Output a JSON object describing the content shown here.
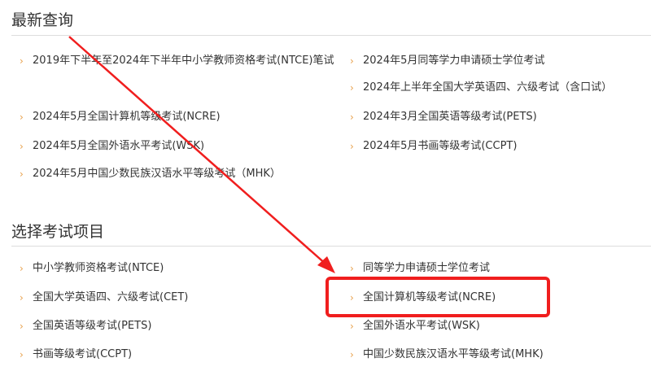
{
  "latest": {
    "title": "最新查询",
    "left": [
      "2019年下半年至2024年下半年中小学教师资格考试(NTCE)笔试",
      "2024年5月全国计算机等级考试(NCRE)",
      "2024年5月全国外语水平考试(WSK)",
      "2024年5月中国少数民族汉语水平等级考试（MHK）"
    ],
    "right": [
      "2024年5月同等学力申请硕士学位考试",
      "2024年上半年全国大学英语四、六级考试（含口试）",
      "2024年3月全国英语等级考试(PETS)",
      "2024年5月书画等级考试(CCPT)"
    ]
  },
  "exams": {
    "title": "选择考试项目",
    "left": [
      "中小学教师资格考试(NTCE)",
      "全国大学英语四、六级考试(CET)",
      "全国英语等级考试(PETS)",
      "书画等级考试(CCPT)"
    ],
    "right": [
      "同等学力申请硕士学位考试",
      "全国计算机等级考试(NCRE)",
      "全国外语水平考试(WSK)",
      "中国少数民族汉语水平等级考试(MHK)"
    ]
  },
  "chevron_icon": "chevron-right-icon",
  "colors": {
    "chevron": "#e8a04a",
    "annotation": "#f01e1e"
  }
}
